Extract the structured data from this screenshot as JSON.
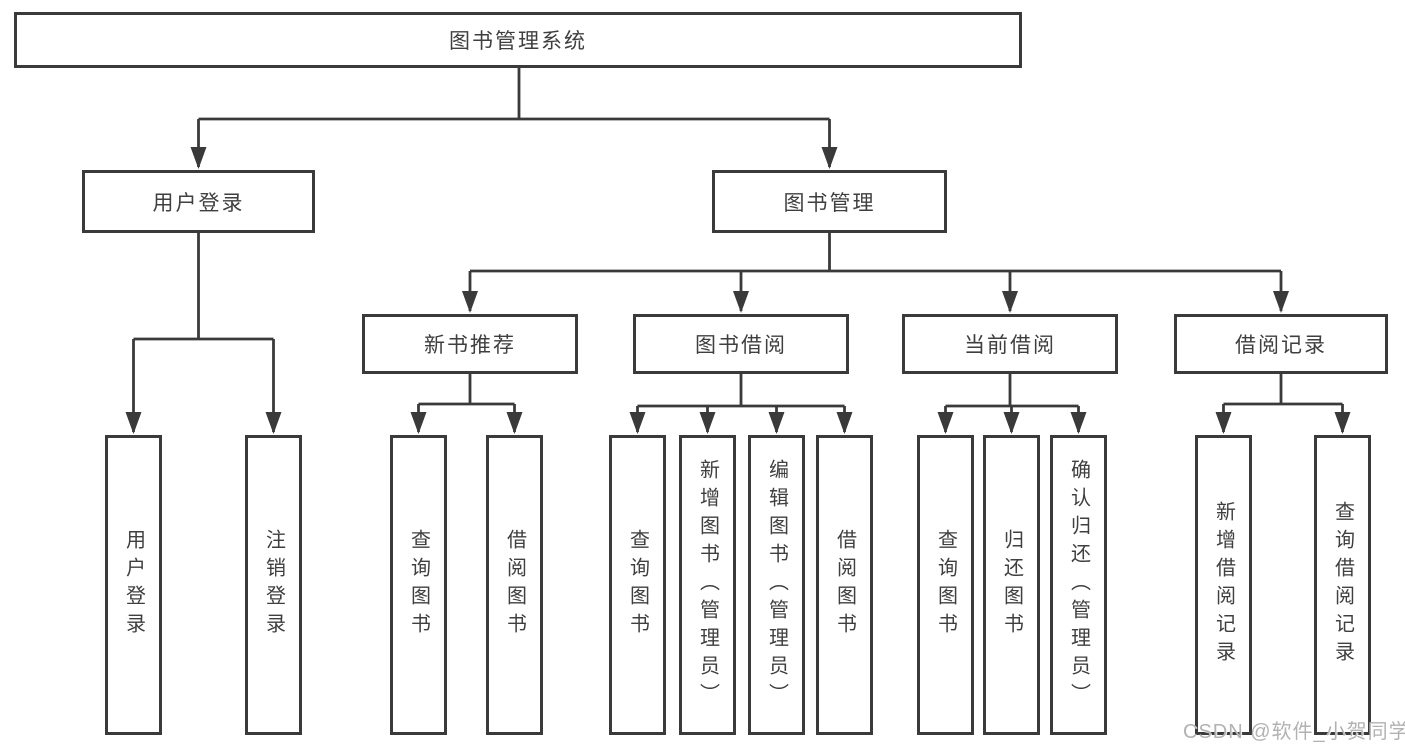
{
  "diagram_type": "hierarchy",
  "colors": {
    "line": "#3a3a3a",
    "box_border": "#3a3a3a",
    "text": "#3f3f3f",
    "background": "#ffffff",
    "watermark": "#b2b2b2"
  },
  "tree": {
    "label": "图书管理系统",
    "children": [
      {
        "label": "用户登录",
        "children": [
          {
            "label": "用户登录"
          },
          {
            "label": "注销登录"
          }
        ]
      },
      {
        "label": "图书管理",
        "children": [
          {
            "label": "新书推荐",
            "children": [
              {
                "label": "查询图书"
              },
              {
                "label": "借阅图书"
              }
            ]
          },
          {
            "label": "图书借阅",
            "children": [
              {
                "label": "查询图书"
              },
              {
                "label": "新增图书（管理员）"
              },
              {
                "label": "编辑图书（管理员）"
              },
              {
                "label": "借阅图书"
              }
            ]
          },
          {
            "label": "当前借阅",
            "children": [
              {
                "label": "查询图书"
              },
              {
                "label": "归还图书"
              },
              {
                "label": "确认归还（管理员）"
              }
            ]
          },
          {
            "label": "借阅记录",
            "children": [
              {
                "label": "新增借阅记录"
              },
              {
                "label": "查询借阅记录"
              }
            ]
          }
        ]
      }
    ]
  },
  "watermark": {
    "text": "CSDN @软件_小贺同学"
  }
}
